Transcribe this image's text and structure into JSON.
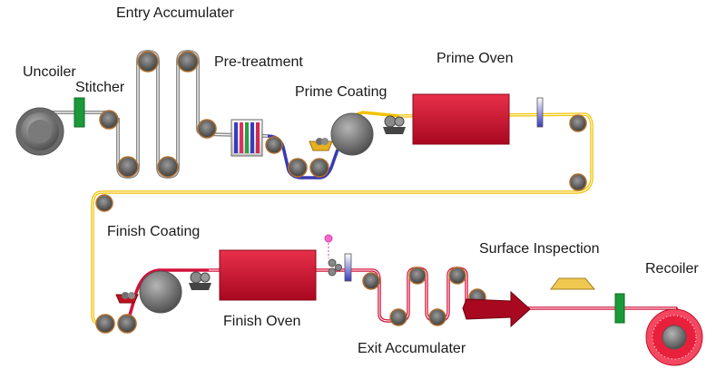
{
  "labels": {
    "uncoiler": "Uncoiler",
    "stitcher": "Stitcher",
    "entry_accumulator": "Entry Accumulater",
    "pre_treatment": "Pre-treatment",
    "prime_coating": "Prime Coating",
    "prime_oven": "Prime Oven",
    "finish_coating": "Finish Coating",
    "finish_oven": "Finish Oven",
    "surface_inspection": "Surface Inspection",
    "exit_accumulator": "Exit Accumulater",
    "recoiler": "Recoiler"
  },
  "colors": {
    "strip_gray": "#8a8a8a",
    "strip_blue": "#3a3ab0",
    "strip_yellow": "#f2c200",
    "strip_red": "#d4103a",
    "oven": "#d01830",
    "stitcher": "#1a9a3a",
    "roller": "#555555"
  }
}
